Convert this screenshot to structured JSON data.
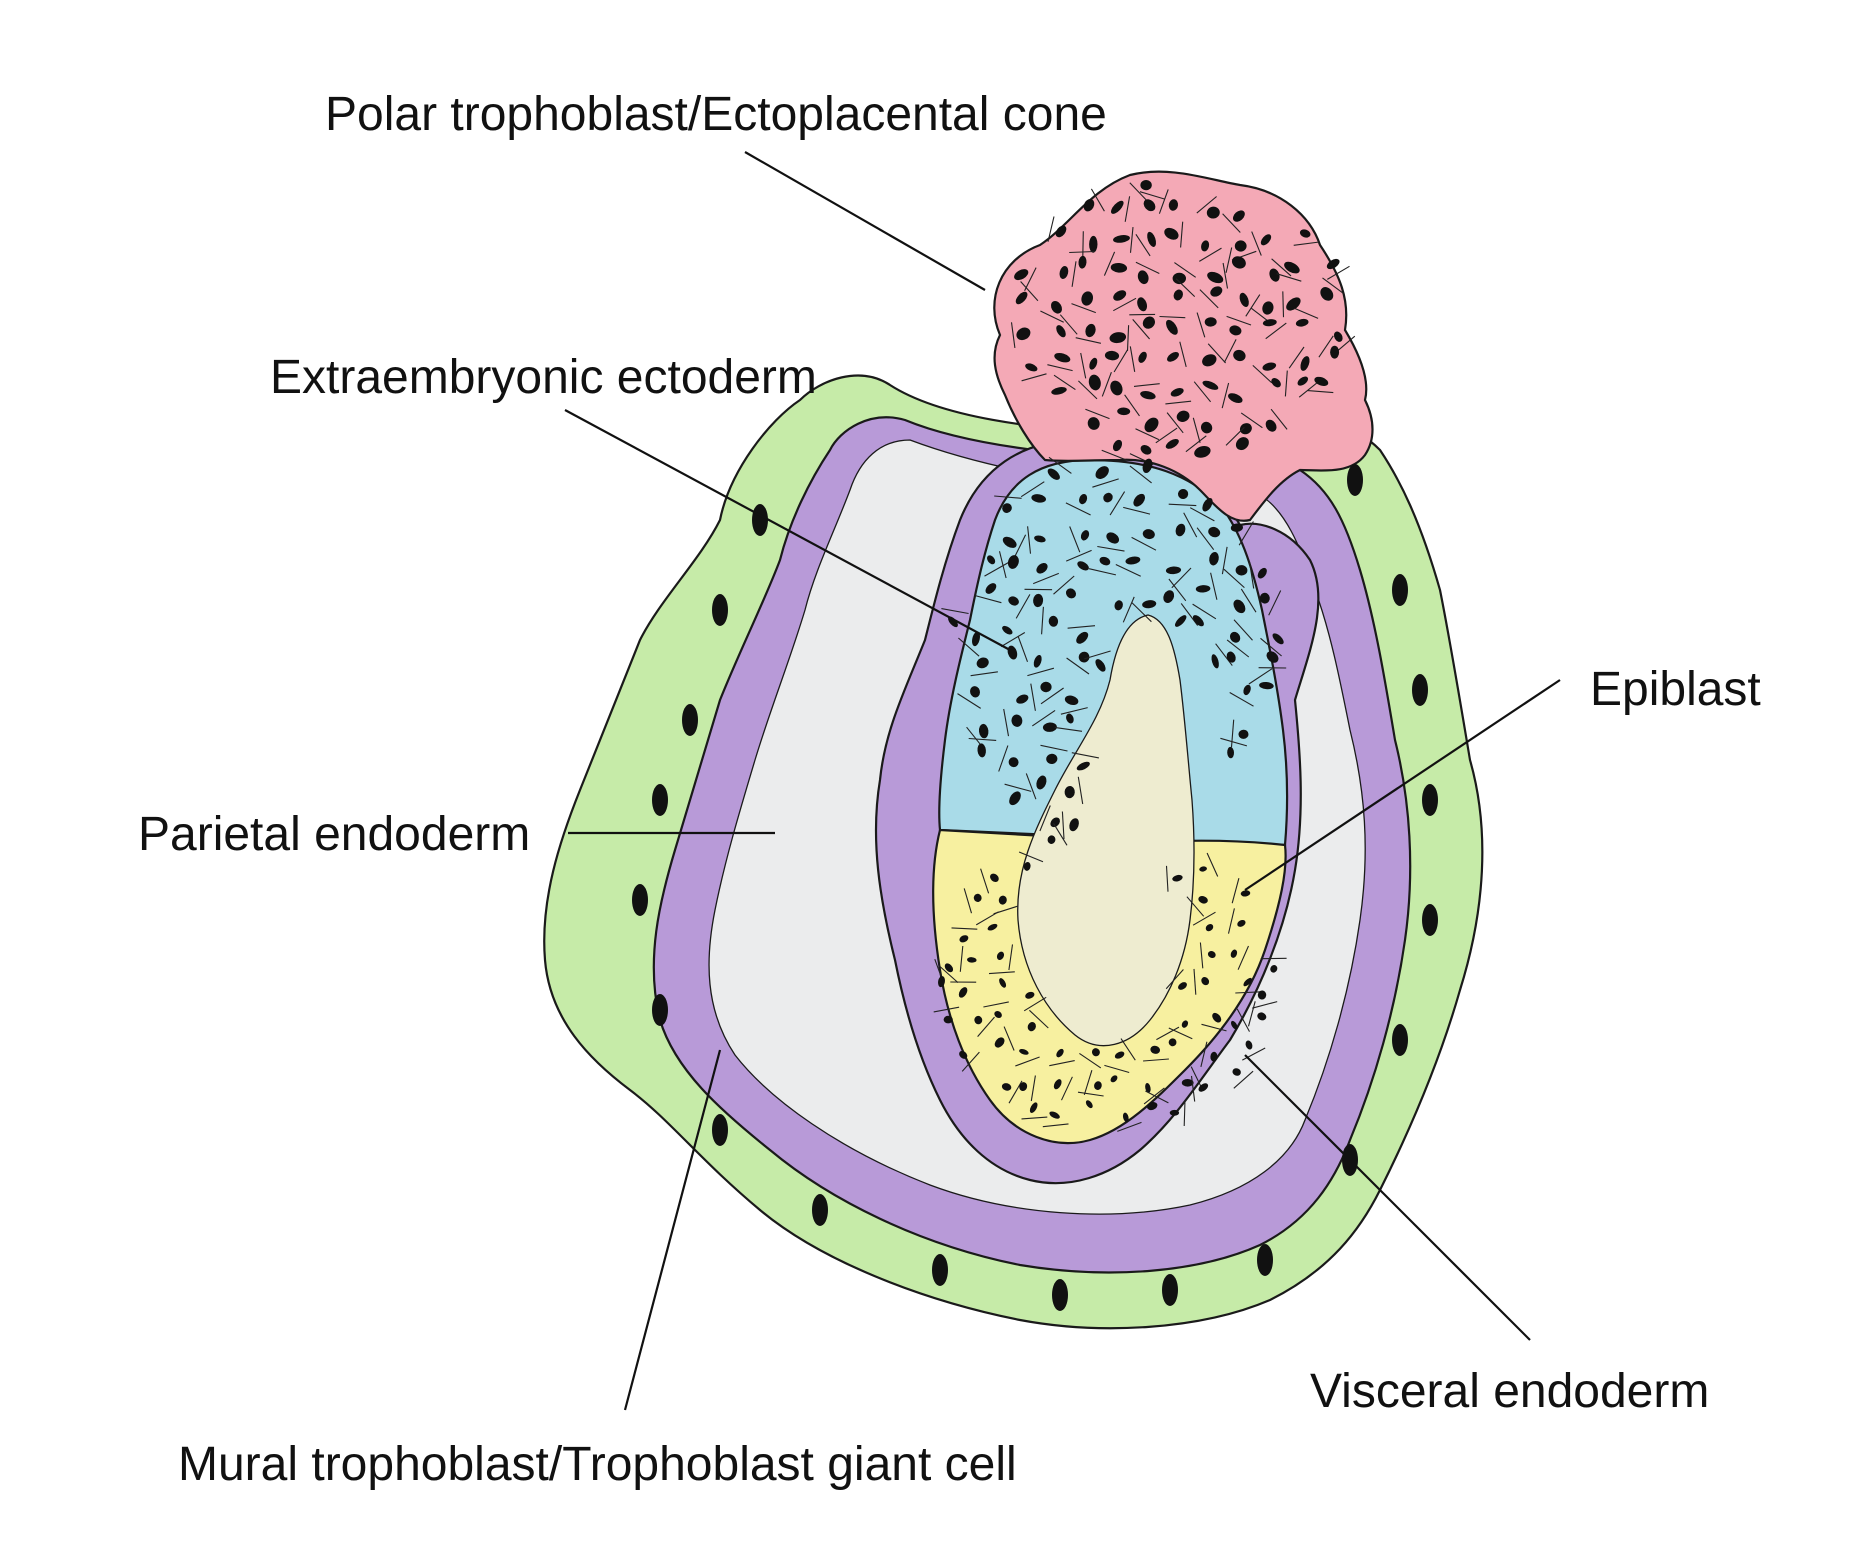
{
  "labels": {
    "polar": "Polar trophoblast/Ectoplacental cone",
    "extraembryonic": "Extraembryonic ectoderm",
    "parietal": "Parietal endoderm",
    "mural": "Mural trophoblast/Trophoblast giant cell",
    "epiblast": "Epiblast",
    "visceral": "Visceral endoderm"
  },
  "colors": {
    "ectoplacental_cone": "#f4a9b6",
    "extraembryonic_ectoderm": "#a9dbe8",
    "epiblast": "#f7f0a0",
    "visceral_endoderm": "#b89ad8",
    "parietal_endoderm": "#b89ad8",
    "trophoblast_giant_cell": "#c6eba8",
    "yolk_cavity": "#ebeced",
    "proamniotic_cavity": "#eeecd0",
    "nucleus": "#111111"
  }
}
